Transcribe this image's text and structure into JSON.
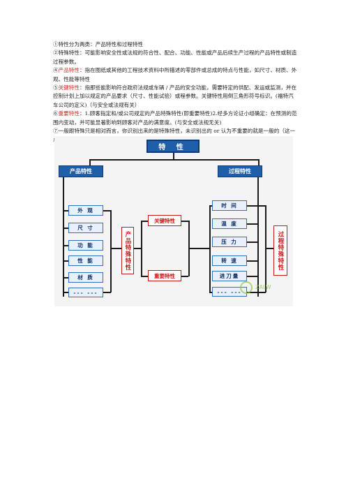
{
  "paragraphs": [
    {
      "num": "①",
      "label": "",
      "text": "特性分为两类：产品特性和过程特性"
    },
    {
      "num": "②",
      "label": "",
      "text": "特殊特性：可能影响安全性或法规的符合性、配合、功能、性能或产品后续生产过程的产品特性或制造过程参数。"
    },
    {
      "num": "④",
      "label": "产品特性",
      "text": "：指在图纸或其他的工程技术资料中所描述的零部件或总成的特点与性能，如尺寸、材质、外观、性能等特性"
    },
    {
      "num": "⑤",
      "label": "关键特性",
      "text": "：指那些能影响符合政府法规或车辆 / 产品的安全功能，需要特定的供配、发运或监测，并在控制计划上加以规定的产品要求（尺寸、性能试验）或程参数。关键特性用倒三角形符号标识。(福特汽车公司的定义)（与安全或法规有关）"
    },
    {
      "num": "⑥",
      "label": "重要特性",
      "text": "：1.顾客指定和/或公司规定的产品特殊特性(即重要特性)2.经多方论证小组确定：在预测的范围内变动，并可能显著影响到顾客对产品的满意度。(与安全或法规无关)"
    },
    {
      "num": "⑦",
      "label": "",
      "text": "一般跟特殊只是相对而言，你识别出来的是特殊特性，未识别出的 or 认为不重要的就是一般的（这一点仅供参考，个人观点）"
    }
  ],
  "diagram": {
    "title": "特 性",
    "left_head": "产品特性",
    "right_head": "过程特性",
    "left_items": [
      "外 观",
      "尺 寸",
      "功 能",
      "性 能",
      "材 质",
      "--- ---"
    ],
    "right_items": [
      "时 间",
      "温 度",
      "压 力",
      "转 速",
      "进刀量",
      "--- ---"
    ],
    "left_vertical": "产品特殊特性",
    "right_vertical": "过程特殊特性",
    "key_label": "关键特性",
    "important_label": "重要特性",
    "watermark_text": "ZALW"
  },
  "colors": {
    "blue": "#1f5ea8",
    "light_blue": "#e7f0fb",
    "red": "#c81818",
    "highlight_red": "#e02020"
  }
}
